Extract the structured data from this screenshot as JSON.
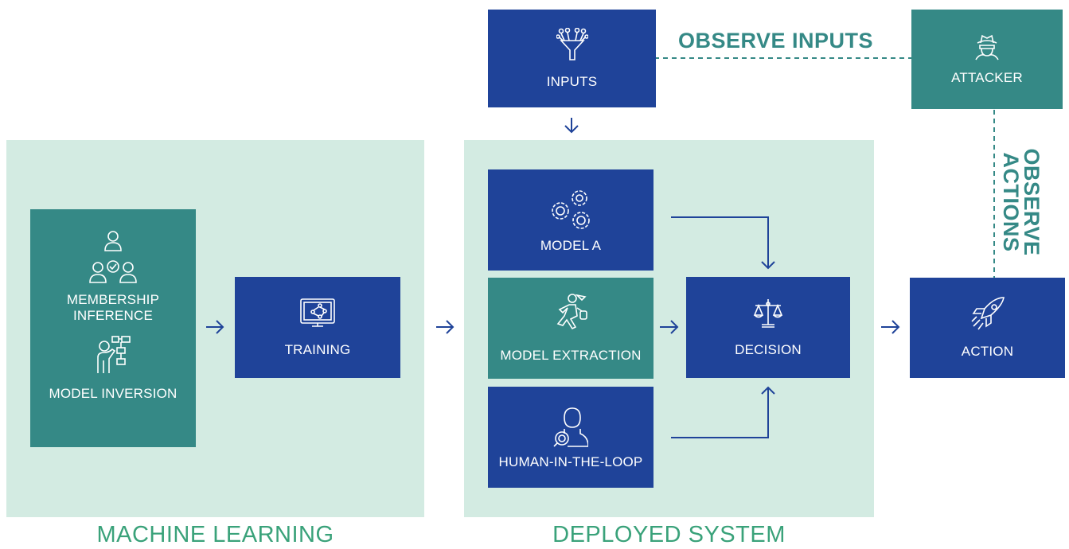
{
  "sections": {
    "machine_learning": "MACHINE LEARNING",
    "deployed_system": "DEPLOYED SYSTEM"
  },
  "nodes": {
    "inputs": {
      "label": "INPUTS",
      "icon": "funnel-icon"
    },
    "attacker": {
      "label": "ATTACKER",
      "icon": "spy-icon"
    },
    "membership_inference": {
      "label_line1": "MEMBERSHIP",
      "label_line2": "INFERENCE",
      "icon": "users-check-icon"
    },
    "model_inversion": {
      "label": "MODEL INVERSION",
      "icon": "presenter-icon"
    },
    "training": {
      "label": "TRAINING",
      "icon": "monitor-network-icon"
    },
    "model_a": {
      "label": "MODEL A",
      "icon": "gears-icon"
    },
    "model_extraction": {
      "label": "MODEL EXTRACTION",
      "icon": "running-thief-icon"
    },
    "human_in_the_loop": {
      "label": "HUMAN-IN-THE-LOOP",
      "icon": "person-search-icon"
    },
    "decision": {
      "label": "DECISION",
      "icon": "scales-icon"
    },
    "action": {
      "label": "ACTION",
      "icon": "rocket-icon"
    }
  },
  "annotations": {
    "observe_inputs": "OBSERVE INPUTS",
    "observe_actions_line1": "OBSERVE",
    "observe_actions_line2": "ACTIONS"
  },
  "colors": {
    "blue": "#1f4399",
    "teal": "#358986",
    "panel": "#d3ebe2",
    "section_text": "#3aa27a"
  }
}
